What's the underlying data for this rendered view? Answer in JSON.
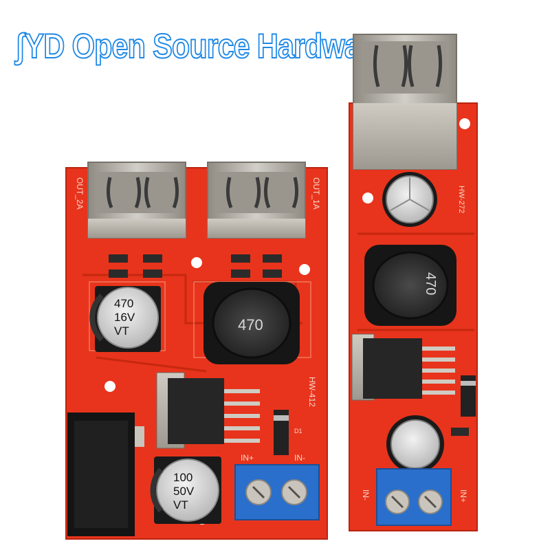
{
  "watermark": {
    "text": "YD Open Source Hardware"
  },
  "colors": {
    "pcb_red": "#e8341c",
    "pcb_red_dark": "#b82410",
    "metal": "#b7b3aa",
    "terminal_blue": "#2a6fcb",
    "watermark_blue": "#1e88e5"
  },
  "left_board": {
    "model": "HW-412",
    "out_labels": [
      "OUT_2A",
      "OUT_1A"
    ],
    "inductor": "470",
    "cap_top": [
      "470",
      "16V",
      "VT"
    ],
    "cap_bottom": [
      "100",
      "50V",
      "VT"
    ],
    "input_labels": [
      "IN+",
      "IN-"
    ],
    "diode_label": "D1"
  },
  "right_board": {
    "model": "HW-272",
    "inductor": "470",
    "input_labels": [
      "IN-",
      "IN+"
    ]
  }
}
